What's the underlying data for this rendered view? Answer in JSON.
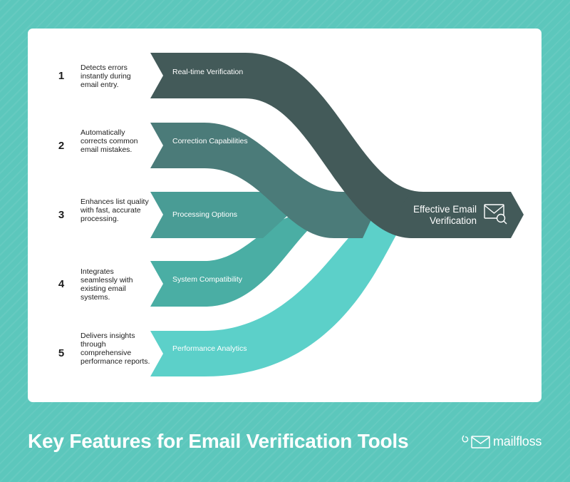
{
  "title": "Key Features for Email Verification Tools",
  "brand": {
    "name": "mailfloss",
    "icon": "envelope-logo-icon"
  },
  "target": {
    "label": "Effective Email Verification",
    "icon": "email-search-icon"
  },
  "colors": {
    "background": "#5cc7bc",
    "card": "#ffffff",
    "band_1": "#435a59",
    "band_2": "#4b7b79",
    "band_3": "#499c95",
    "band_4": "#4aaea4",
    "band_5": "#5cd0c9",
    "target": "#435a59"
  },
  "steps": [
    {
      "number": "1",
      "description": "Detects errors instantly during email entry.",
      "label": "Real-time Verification"
    },
    {
      "number": "2",
      "description": "Automatically corrects common email mistakes.",
      "label": "Correction Capabilities"
    },
    {
      "number": "3",
      "description": "Enhances list quality with fast, accurate processing.",
      "label": "Processing Options"
    },
    {
      "number": "4",
      "description": "Integrates seamlessly with existing email systems.",
      "label": "System Compatibility"
    },
    {
      "number": "5",
      "description": "Delivers insights through comprehensive performance reports.",
      "label": "Performance Analytics"
    }
  ]
}
